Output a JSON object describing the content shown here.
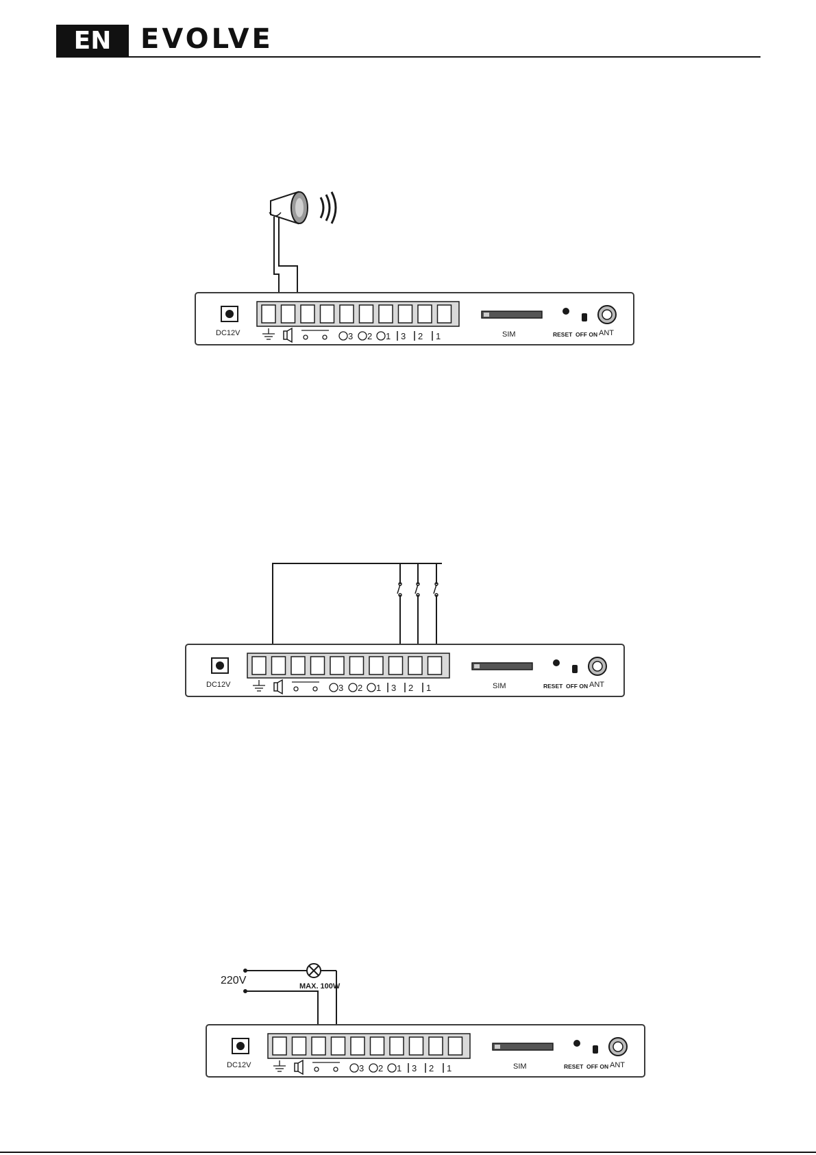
{
  "header": {
    "language": "EN",
    "brand": "EVOLVE"
  },
  "device_labels": {
    "power": "DC12V",
    "sim": "SIM",
    "reset": "RESET",
    "switch": "OFF ON",
    "antenna": "ANT",
    "out3": "3",
    "out2": "2",
    "out1": "1",
    "in3": "3",
    "in2": "2",
    "in1": "1"
  },
  "diagram3": {
    "voltage": "220V",
    "lamp_rating": "MAX. 100W"
  },
  "colors": {
    "ink": "#1a1a1a",
    "terminal_strip": "#d9d9d9",
    "panel_border": "#3a3a3a"
  },
  "icons": [
    "siren-icon",
    "ground-icon",
    "speaker-icon",
    "relay-contact-icon",
    "switch-icon",
    "lamp-icon"
  ]
}
